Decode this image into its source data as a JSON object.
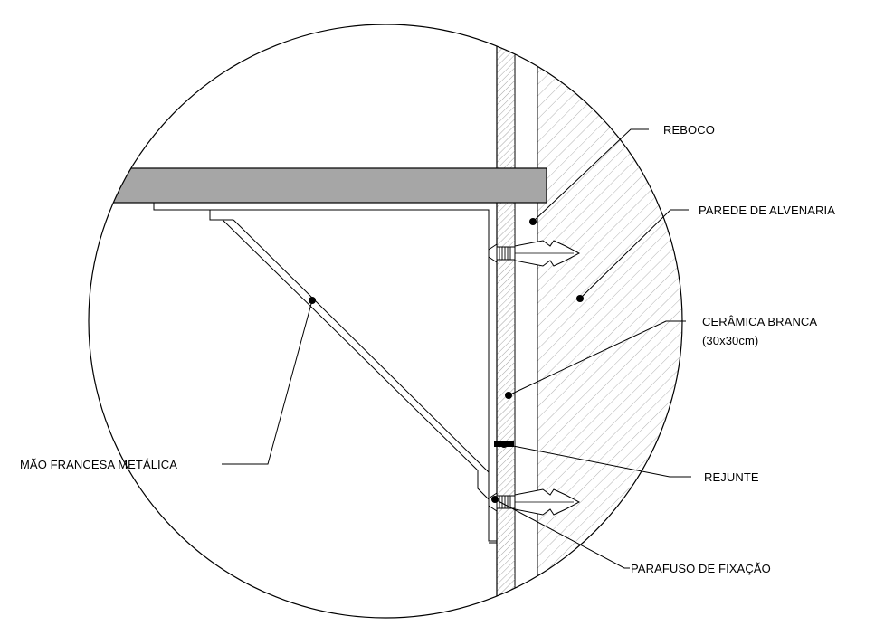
{
  "labels": {
    "reboco": "REBOCO",
    "parede": "PAREDE DE ALVENARIA",
    "ceramica_line1": "CERÂMICA BRANCA",
    "ceramica_line2": "(30x30cm)",
    "rejunte": "REJUNTE",
    "parafuso": "PARAFUSO DE FIXAÇÃO",
    "mao_francesa": "MÃO FRANCESA METÁLICA"
  },
  "colors": {
    "line": "#000000",
    "shelf_fill": "#a6a6a6",
    "hatch": "#9a9a9a",
    "background": "#ffffff"
  }
}
